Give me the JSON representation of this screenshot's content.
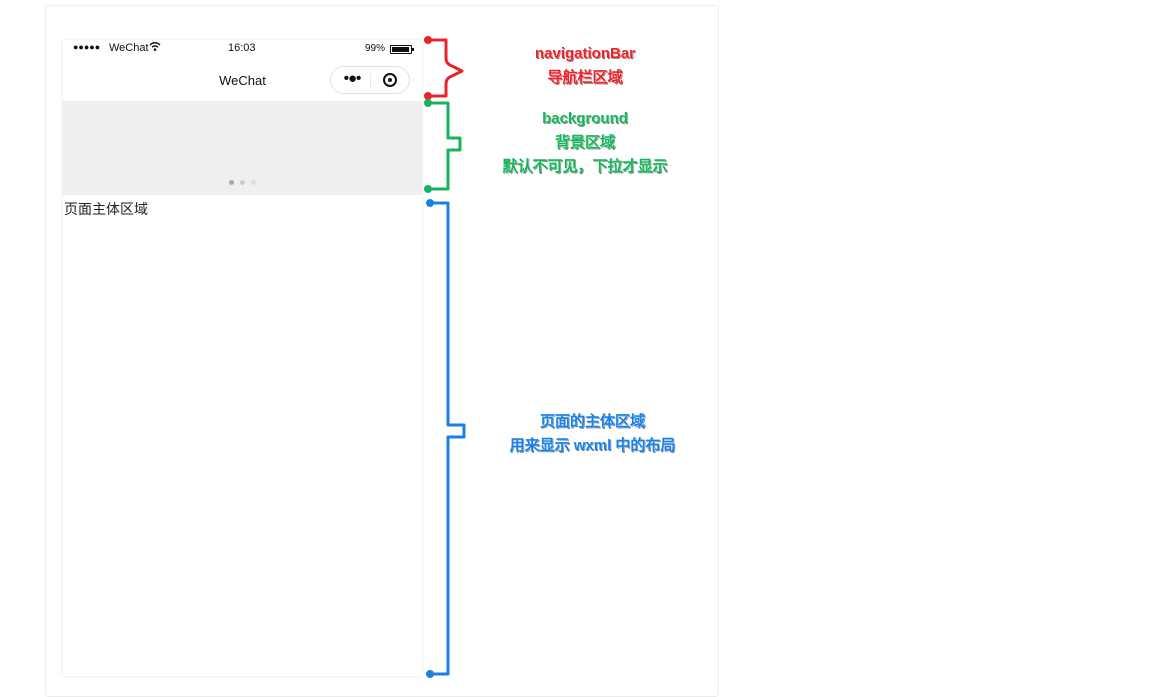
{
  "status_bar": {
    "signal": "●●●●●",
    "carrier": "WeChat",
    "time": "16:03",
    "battery": "99%"
  },
  "nav_bar": {
    "title": "WeChat",
    "more_glyph": "•●•",
    "icons": [
      "wifi-icon",
      "battery-icon",
      "more-icon",
      "record-icon"
    ]
  },
  "background": {
    "indicator_dots": 3
  },
  "main": {
    "text": "页面主体区域"
  },
  "annotations": {
    "navigation": {
      "line1": "navigationBar",
      "line2": "导航栏区域",
      "color": "#e8232a"
    },
    "background": {
      "line1": "background",
      "line2": "背景区域",
      "line3": "默认不可见，下拉才显示",
      "color": "#19b35c"
    },
    "main": {
      "line1": "页面的主体区域",
      "line2": "用来显示 wxml 中的布局",
      "color": "#1a80e6"
    }
  }
}
